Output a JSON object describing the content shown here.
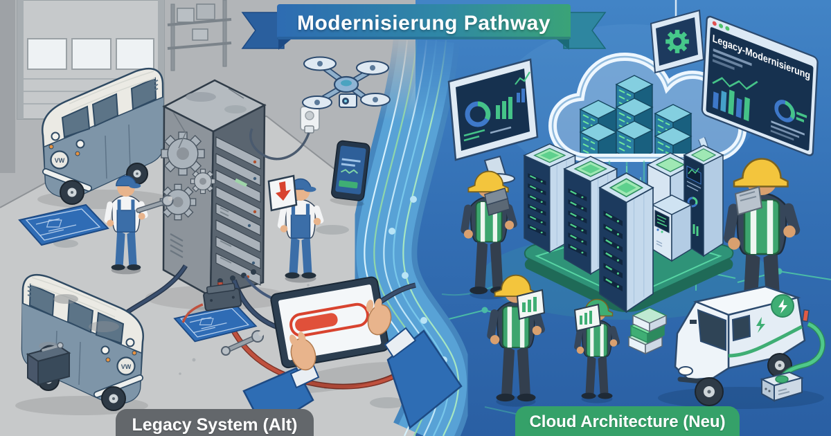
{
  "banner": {
    "title": "Modernisierung Pathway"
  },
  "zones": {
    "legacy": {
      "label": "Legacy System (Alt)",
      "badge_color": "#63676b"
    },
    "cloud": {
      "label": "Cloud Architecture (Neu)",
      "badge_color": "#35a169"
    }
  },
  "screens": {
    "dashboard_title": "Legacy-Modernisierung"
  },
  "icons": {
    "vw_badge_text": "VW",
    "gear": "svg-gear-shape",
    "cloud": "svg-cloud-shape",
    "lightning": "svg-bolt-shape",
    "drone": "svg-quadcopter-shape",
    "wrench": "svg-wrench-shape",
    "progress_bar": "svg-red-progress",
    "donut_chart": "svg-donut",
    "bar_chart": "svg-bars"
  },
  "colors": {
    "banner_blue": "#2e6cb2",
    "banner_green": "#3aa377",
    "badge_gray": "#63676b",
    "badge_green": "#35a169",
    "alert_red": "#d8432f",
    "accent_green": "#3fae74",
    "river_blue": "#56a0d4",
    "legacy_bg": "#c7c9ca",
    "modern_bg": "#2f6bb0",
    "screen_navy": "#16314f"
  }
}
